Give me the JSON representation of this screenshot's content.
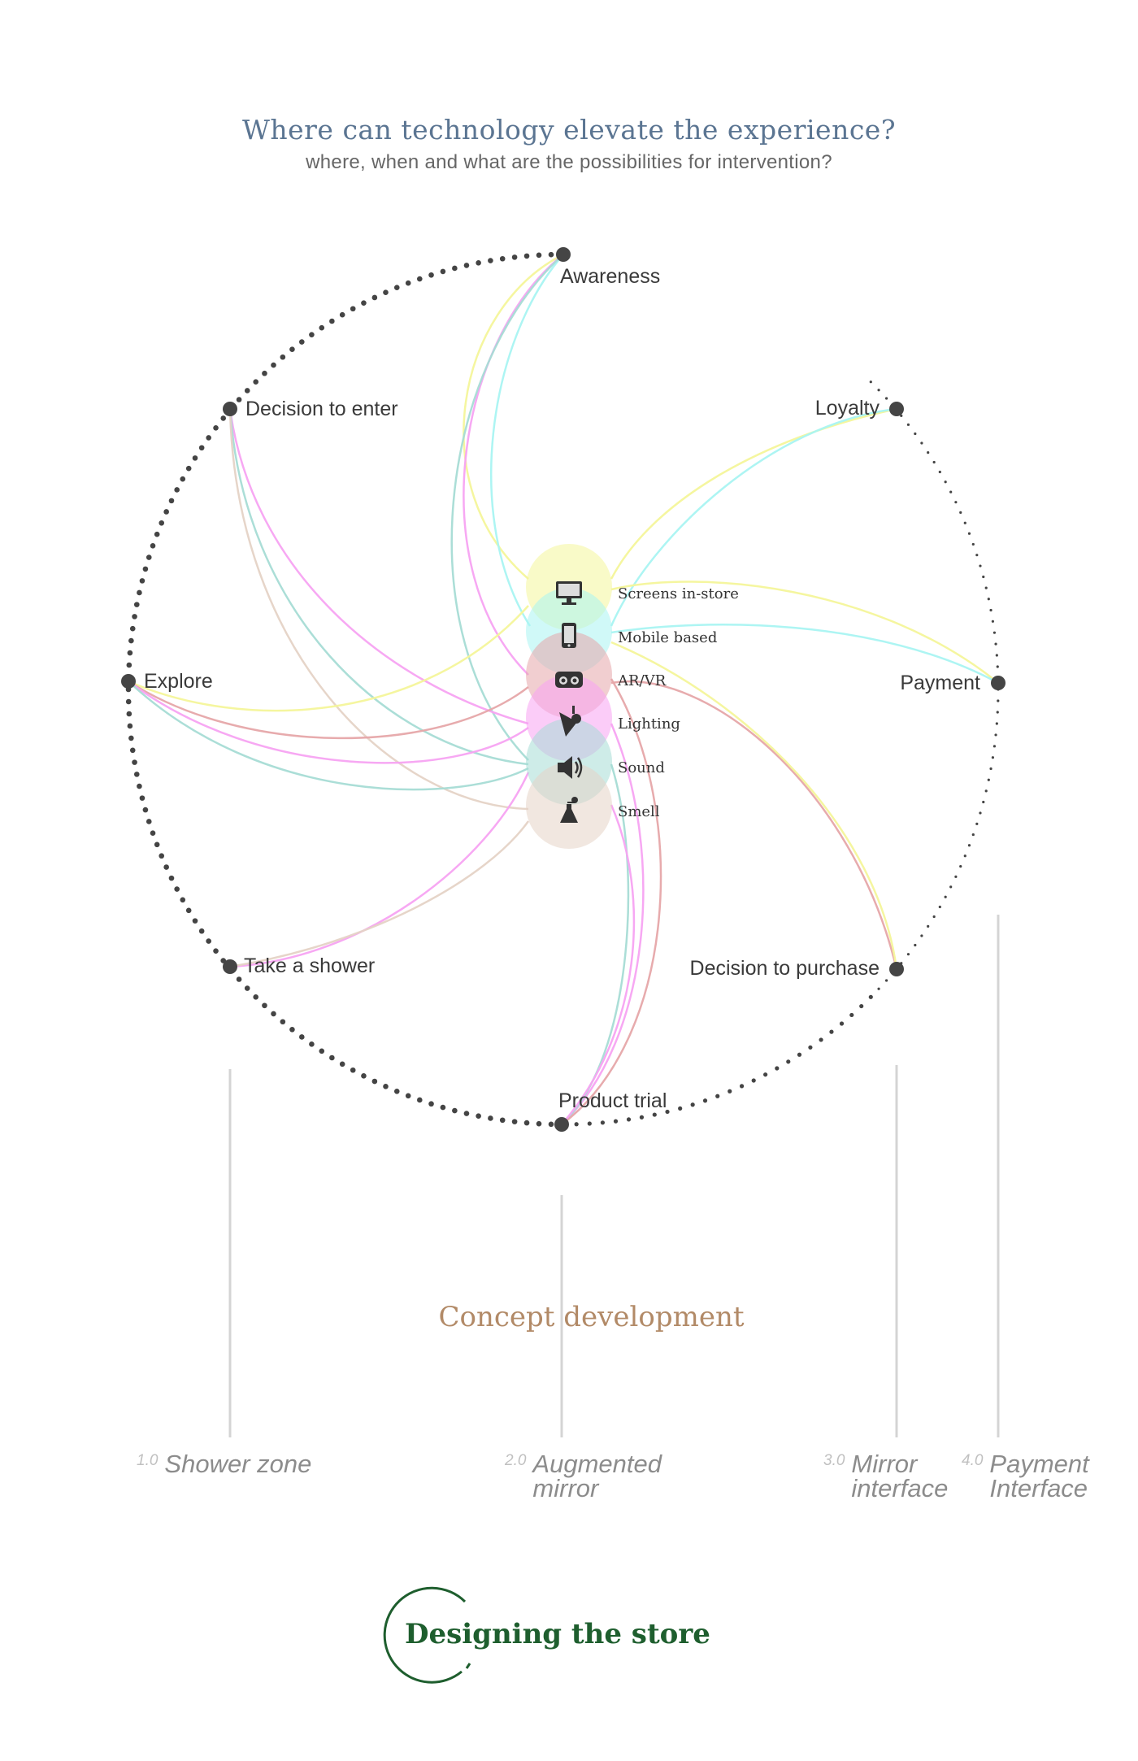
{
  "header": {
    "title": "Where can technology elevate the experience?",
    "subtitle": "where, when and what are the possibilities for intervention?"
  },
  "stages": [
    {
      "id": "awareness",
      "label": "Awareness"
    },
    {
      "id": "decision-to-enter",
      "label": "Decision to enter"
    },
    {
      "id": "loyalty",
      "label": "Loyalty"
    },
    {
      "id": "explore",
      "label": "Explore"
    },
    {
      "id": "payment",
      "label": "Payment"
    },
    {
      "id": "take-a-shower",
      "label": "Take a shower"
    },
    {
      "id": "decision-to-purchase",
      "label": "Decision to purchase"
    },
    {
      "id": "product-trial",
      "label": "Product trial"
    }
  ],
  "technologies": [
    {
      "id": "screens",
      "label": "Screens in-store",
      "icon": "monitor-icon",
      "color": "#f4f59a"
    },
    {
      "id": "mobile",
      "label": "Mobile based",
      "icon": "smartphone-icon",
      "color": "#a9f4f2"
    },
    {
      "id": "arvr",
      "label": "AR/VR",
      "icon": "vr-headset-icon",
      "color": "#e6a6a9"
    },
    {
      "id": "lighting",
      "label": "Lighting",
      "icon": "spotlight-icon",
      "color": "#f7a3f2"
    },
    {
      "id": "sound",
      "label": "Sound",
      "icon": "speaker-icon",
      "color": "#a6dcd5"
    },
    {
      "id": "smell",
      "label": "Smell",
      "icon": "perfume-bottle-icon",
      "color": "#e5d3c6"
    }
  ],
  "concept": {
    "title": "Concept development"
  },
  "zones": [
    {
      "num": "1.0",
      "label": "Shower zone"
    },
    {
      "num": "2.0",
      "label": "Augmented mirror"
    },
    {
      "num": "3.0",
      "label": "Mirror interface"
    },
    {
      "num": "4.0",
      "label": "Payment Interface"
    }
  ],
  "footer": {
    "title": "Designing the store"
  }
}
